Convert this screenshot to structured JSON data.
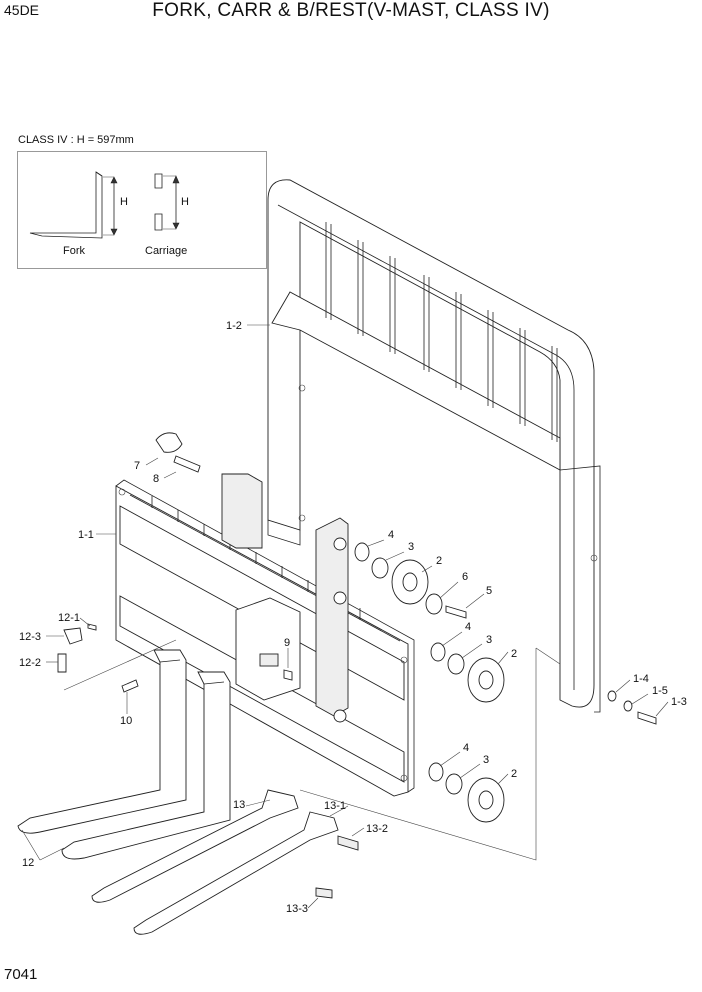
{
  "header": {
    "model": "45DE",
    "title": "FORK, CARR & B/REST(V-MAST, CLASS IV)"
  },
  "inset": {
    "caption": "CLASS IV : H = 597mm",
    "fork_label": "Fork",
    "carriage_label": "Carriage",
    "h_label": "H"
  },
  "callouts": {
    "c1_1": "1-1",
    "c1_2": "1-2",
    "c1_3": "1-3",
    "c1_4": "1-4",
    "c1_5": "1-5",
    "c2": "2",
    "c3": "3",
    "c4": "4",
    "c5": "5",
    "c6": "6",
    "c7": "7",
    "c8": "8",
    "c9": "9",
    "c10": "10",
    "c12": "12",
    "c12_1": "12-1",
    "c12_2": "12-2",
    "c12_3": "12-3",
    "c13": "13",
    "c13_1": "13-1",
    "c13_2": "13-2",
    "c13_3": "13-3"
  },
  "footer": {
    "page_code": "7041"
  }
}
